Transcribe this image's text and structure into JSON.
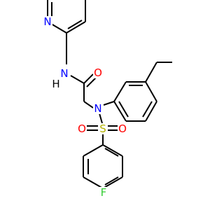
{
  "molecule": {
    "atom_labels": {
      "pyridine_n": "N",
      "amide_n": "N",
      "amide_h": "H",
      "carbonyl_o": "O",
      "sulfonamide_n": "N",
      "sulfur": "S",
      "sulfonyl_o_left": "O",
      "sulfonyl_o_right": "O",
      "fluorine": "F"
    },
    "colors": {
      "bond": "#000000",
      "nitrogen": "#0000ff",
      "oxygen": "#ff0000",
      "sulfur": "#b3b300",
      "fluorine": "#33cc33",
      "hydrogen": "#000000"
    }
  }
}
